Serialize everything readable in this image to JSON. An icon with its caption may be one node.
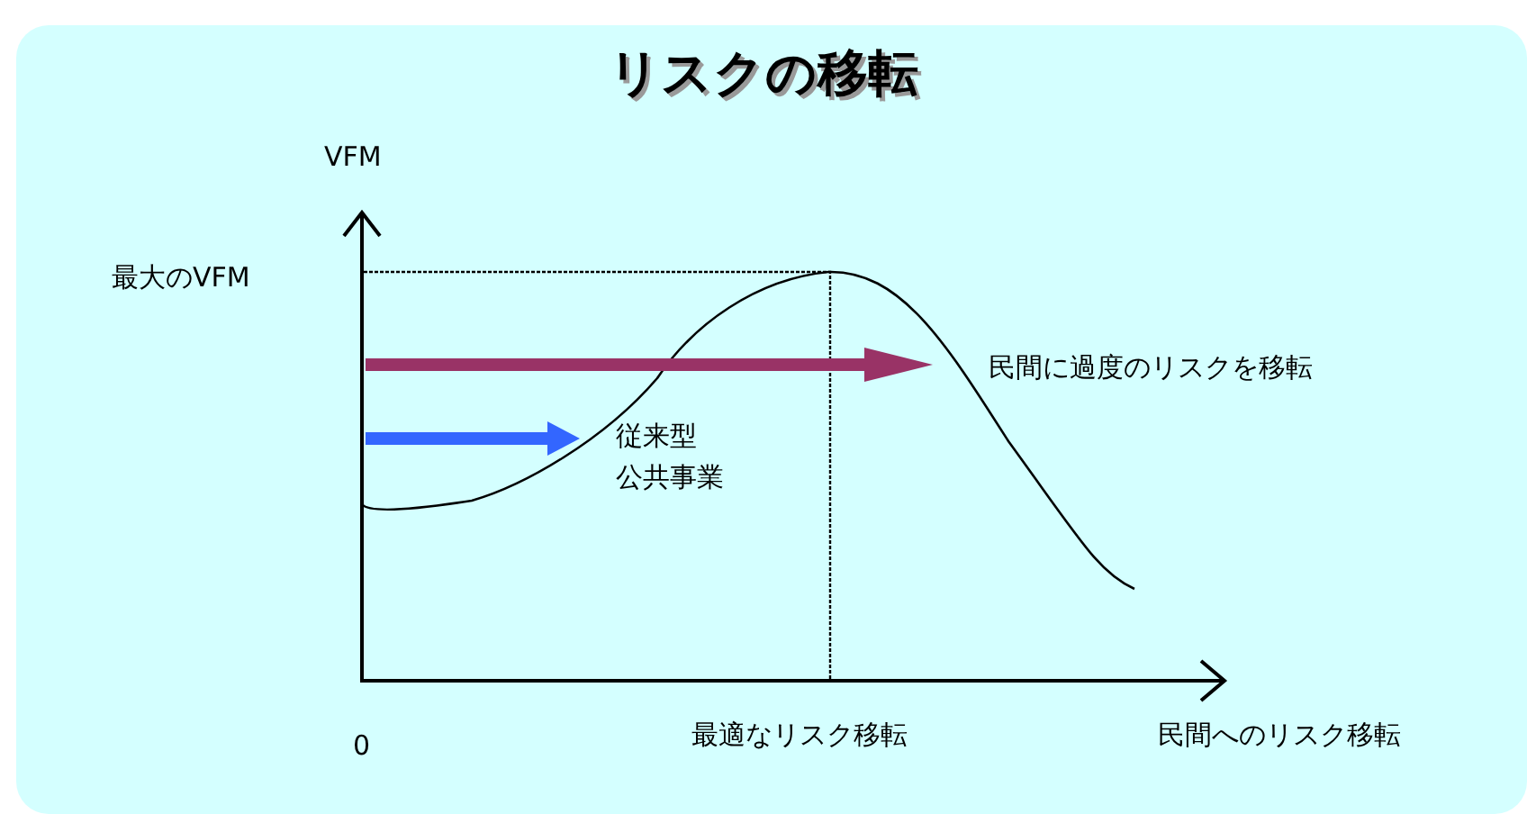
{
  "diagram": {
    "title": "リスクの移転",
    "labels": [
      "VFM",
      "最大のVFM",
      "民間に過度のリスクを移転",
      "従来型公共事業",
      "0",
      "最適なリスク移転",
      "民間へのリスク移転"
    ]
  }
}
